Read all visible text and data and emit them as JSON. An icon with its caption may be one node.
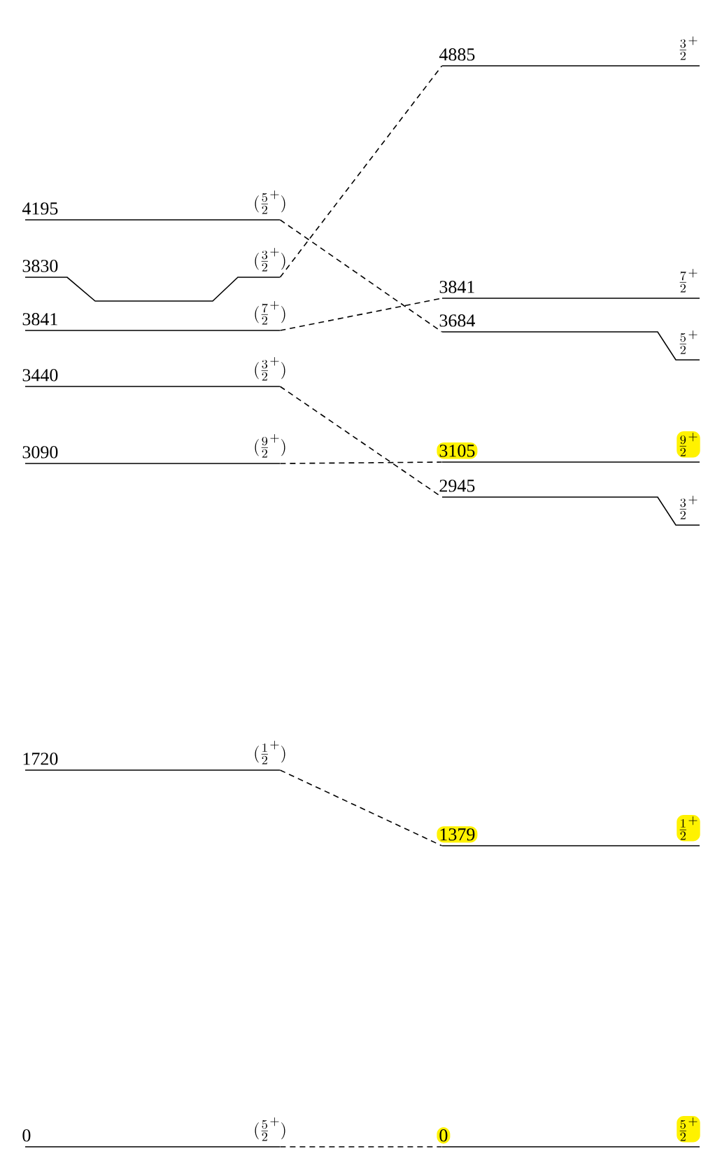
{
  "diagram": {
    "nodes": [
      {
        "text": [
          "4195",
          "(\\frac{5}{2}^{+})"
        ]
      },
      {
        "text": [
          "3830",
          "(\\frac{3}{2}^{+})"
        ]
      },
      {
        "text": [
          "3841",
          "(\\frac{7}{2}^{+})"
        ]
      },
      {
        "text": [
          "3440",
          "(\\frac{3}{2}^{+})"
        ]
      },
      {
        "text": [
          "3090",
          "(\\frac{9}{2}^{+})"
        ]
      },
      {
        "text": [
          "1720",
          "(\\frac{1}{2}^{+})"
        ]
      },
      {
        "text": [
          "0",
          "(\\frac{5}{2}^{+})"
        ]
      },
      {
        "text": [
          "4885",
          "\\frac{3}{2}^{+}"
        ]
      },
      {
        "text": [
          "3841",
          "\\frac{7}{2}^{+}"
        ]
      },
      {
        "text": [
          "3684",
          "\\frac{5}{2}^{+}"
        ]
      },
      {
        "text": [
          "3105",
          "\\frac{9}{2}^{+}"
        ]
      },
      {
        "text": [
          "2945",
          "\\frac{3}{2}^{+}"
        ]
      },
      {
        "text": [
          "1379",
          "\\frac{1}{2}^{+}"
        ]
      },
      {
        "text": [
          "0",
          "\\frac{5}{2}^{+}"
        ]
      }
    ],
    "edges": [
      {
        "from": 1,
        "to": 7,
        "arrow": "none",
        "style": "dashed"
      },
      {
        "from": 0,
        "to": 9,
        "arrow": "none",
        "style": "dashed"
      },
      {
        "from": 2,
        "to": 8,
        "arrow": "none",
        "style": "dashed"
      },
      {
        "from": 3,
        "to": 11,
        "arrow": "none",
        "style": "dashed"
      },
      {
        "from": 4,
        "to": 10,
        "arrow": "none",
        "style": "dashed"
      },
      {
        "from": 5,
        "to": 12,
        "arrow": "none",
        "style": "dashed"
      },
      {
        "from": 6,
        "to": 13,
        "arrow": "none",
        "style": "dashed"
      }
    ]
  }
}
